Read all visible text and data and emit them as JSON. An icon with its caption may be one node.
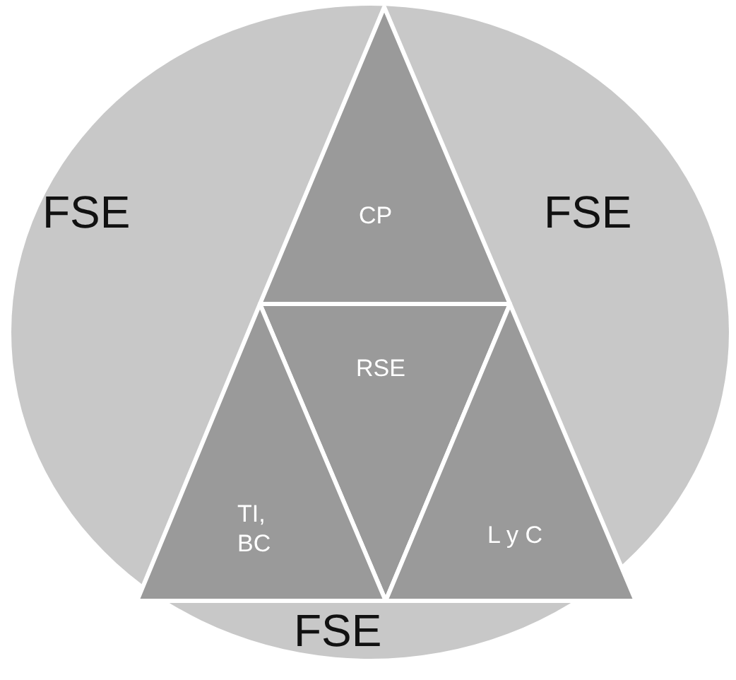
{
  "diagram": {
    "nodes": [
      {
        "text": [
          "FSE",
          "FSE",
          "FSE"
        ]
      },
      {
        "text": [
          "CP"
        ],
        "in": 0
      },
      {
        "text": [
          "RSE"
        ],
        "in": 0
      },
      {
        "text": [
          "TI, BC"
        ],
        "in": 0
      },
      {
        "text": [
          "L y C"
        ],
        "in": 0
      }
    ]
  }
}
